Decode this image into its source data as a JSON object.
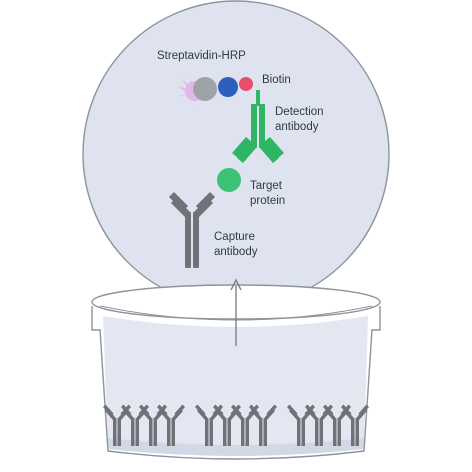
{
  "labels": {
    "streptavidin": "Streptavidin-HRP",
    "biotin": "Biotin",
    "detection_line1": "Detection",
    "detection_line2": "antibody",
    "target_line1": "Target",
    "target_line2": "protein",
    "capture_line1": "Capture",
    "capture_line2": "antibody"
  },
  "colors": {
    "bubble_fill": "#dfe3ef",
    "outline": "#8c949c",
    "capture_antibody": "#6e7377",
    "detection_antibody": "#2fb664",
    "target_protein": "#3cc277",
    "biotin": "#ea4d6a",
    "streptavidin": "#2d5fbf",
    "hrp": "#9ea3a7",
    "hrp_glow": "#e2b8ec",
    "liquid": "#e4e7f1"
  },
  "well": {
    "antibody_groups": 3,
    "antibodies_per_group": 4
  }
}
